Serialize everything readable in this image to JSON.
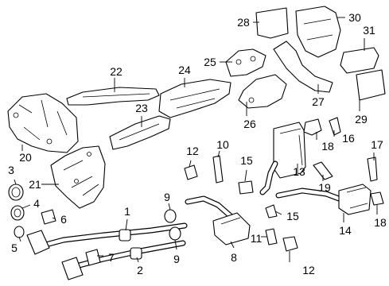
{
  "callouts": [
    {
      "id": "c1",
      "text": "1"
    },
    {
      "id": "c2",
      "text": "2"
    },
    {
      "id": "c3",
      "text": "3"
    },
    {
      "id": "c4",
      "text": "4"
    },
    {
      "id": "c5",
      "text": "5"
    },
    {
      "id": "c6",
      "text": "6"
    },
    {
      "id": "c7",
      "text": "7"
    },
    {
      "id": "c8",
      "text": "8"
    },
    {
      "id": "c9a",
      "text": "9"
    },
    {
      "id": "c9b",
      "text": "9"
    },
    {
      "id": "c10",
      "text": "10"
    },
    {
      "id": "c11",
      "text": "11"
    },
    {
      "id": "c12a",
      "text": "12"
    },
    {
      "id": "c12b",
      "text": "12"
    },
    {
      "id": "c13",
      "text": "13"
    },
    {
      "id": "c14",
      "text": "14"
    },
    {
      "id": "c15a",
      "text": "15"
    },
    {
      "id": "c15b",
      "text": "15"
    },
    {
      "id": "c16",
      "text": "16"
    },
    {
      "id": "c17",
      "text": "17"
    },
    {
      "id": "c18a",
      "text": "18"
    },
    {
      "id": "c18b",
      "text": "18"
    },
    {
      "id": "c19",
      "text": "19"
    },
    {
      "id": "c20",
      "text": "20"
    },
    {
      "id": "c21",
      "text": "21"
    },
    {
      "id": "c22",
      "text": "22"
    },
    {
      "id": "c23",
      "text": "23"
    },
    {
      "id": "c24",
      "text": "24"
    },
    {
      "id": "c25",
      "text": "25"
    },
    {
      "id": "c26",
      "text": "26"
    },
    {
      "id": "c27",
      "text": "27"
    },
    {
      "id": "c28",
      "text": "28"
    },
    {
      "id": "c29",
      "text": "29"
    },
    {
      "id": "c30",
      "text": "30"
    },
    {
      "id": "c31",
      "text": "31"
    }
  ]
}
